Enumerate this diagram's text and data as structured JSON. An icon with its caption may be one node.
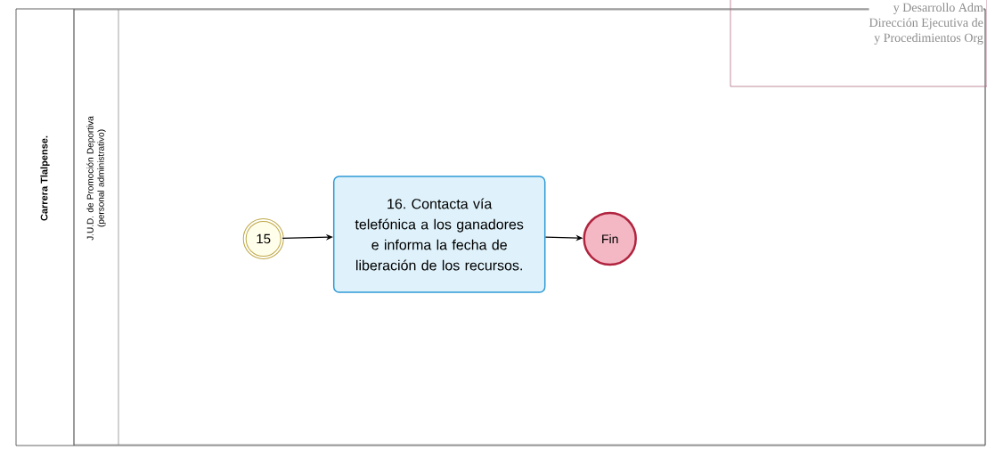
{
  "diagram": {
    "nodes": [
      {
        "text": [
          "Carrera Tlalpense."
        ]
      },
      {
        "text": [
          "J.U.D. de Promoción Deportiva (personal administrativo)"
        ],
        "in": 0
      },
      {
        "text": [
          "15"
        ],
        "in": 1
      },
      {
        "text": [
          "16. Contacta vía telefónica a los ganadores e informa la fecha de liberación de los recursos."
        ],
        "in": 1
      },
      {
        "text": [
          "Fin"
        ],
        "in": 1
      },
      {
        "text": [
          "y Desarrollo Adm",
          "Dirección Ejecutiva de",
          "y Procedimientos Org"
        ]
      }
    ],
    "edges": [
      {
        "from": 2,
        "to": 3,
        "arrow": "to"
      },
      {
        "from": 3,
        "to": 4,
        "arrow": "to"
      }
    ]
  }
}
